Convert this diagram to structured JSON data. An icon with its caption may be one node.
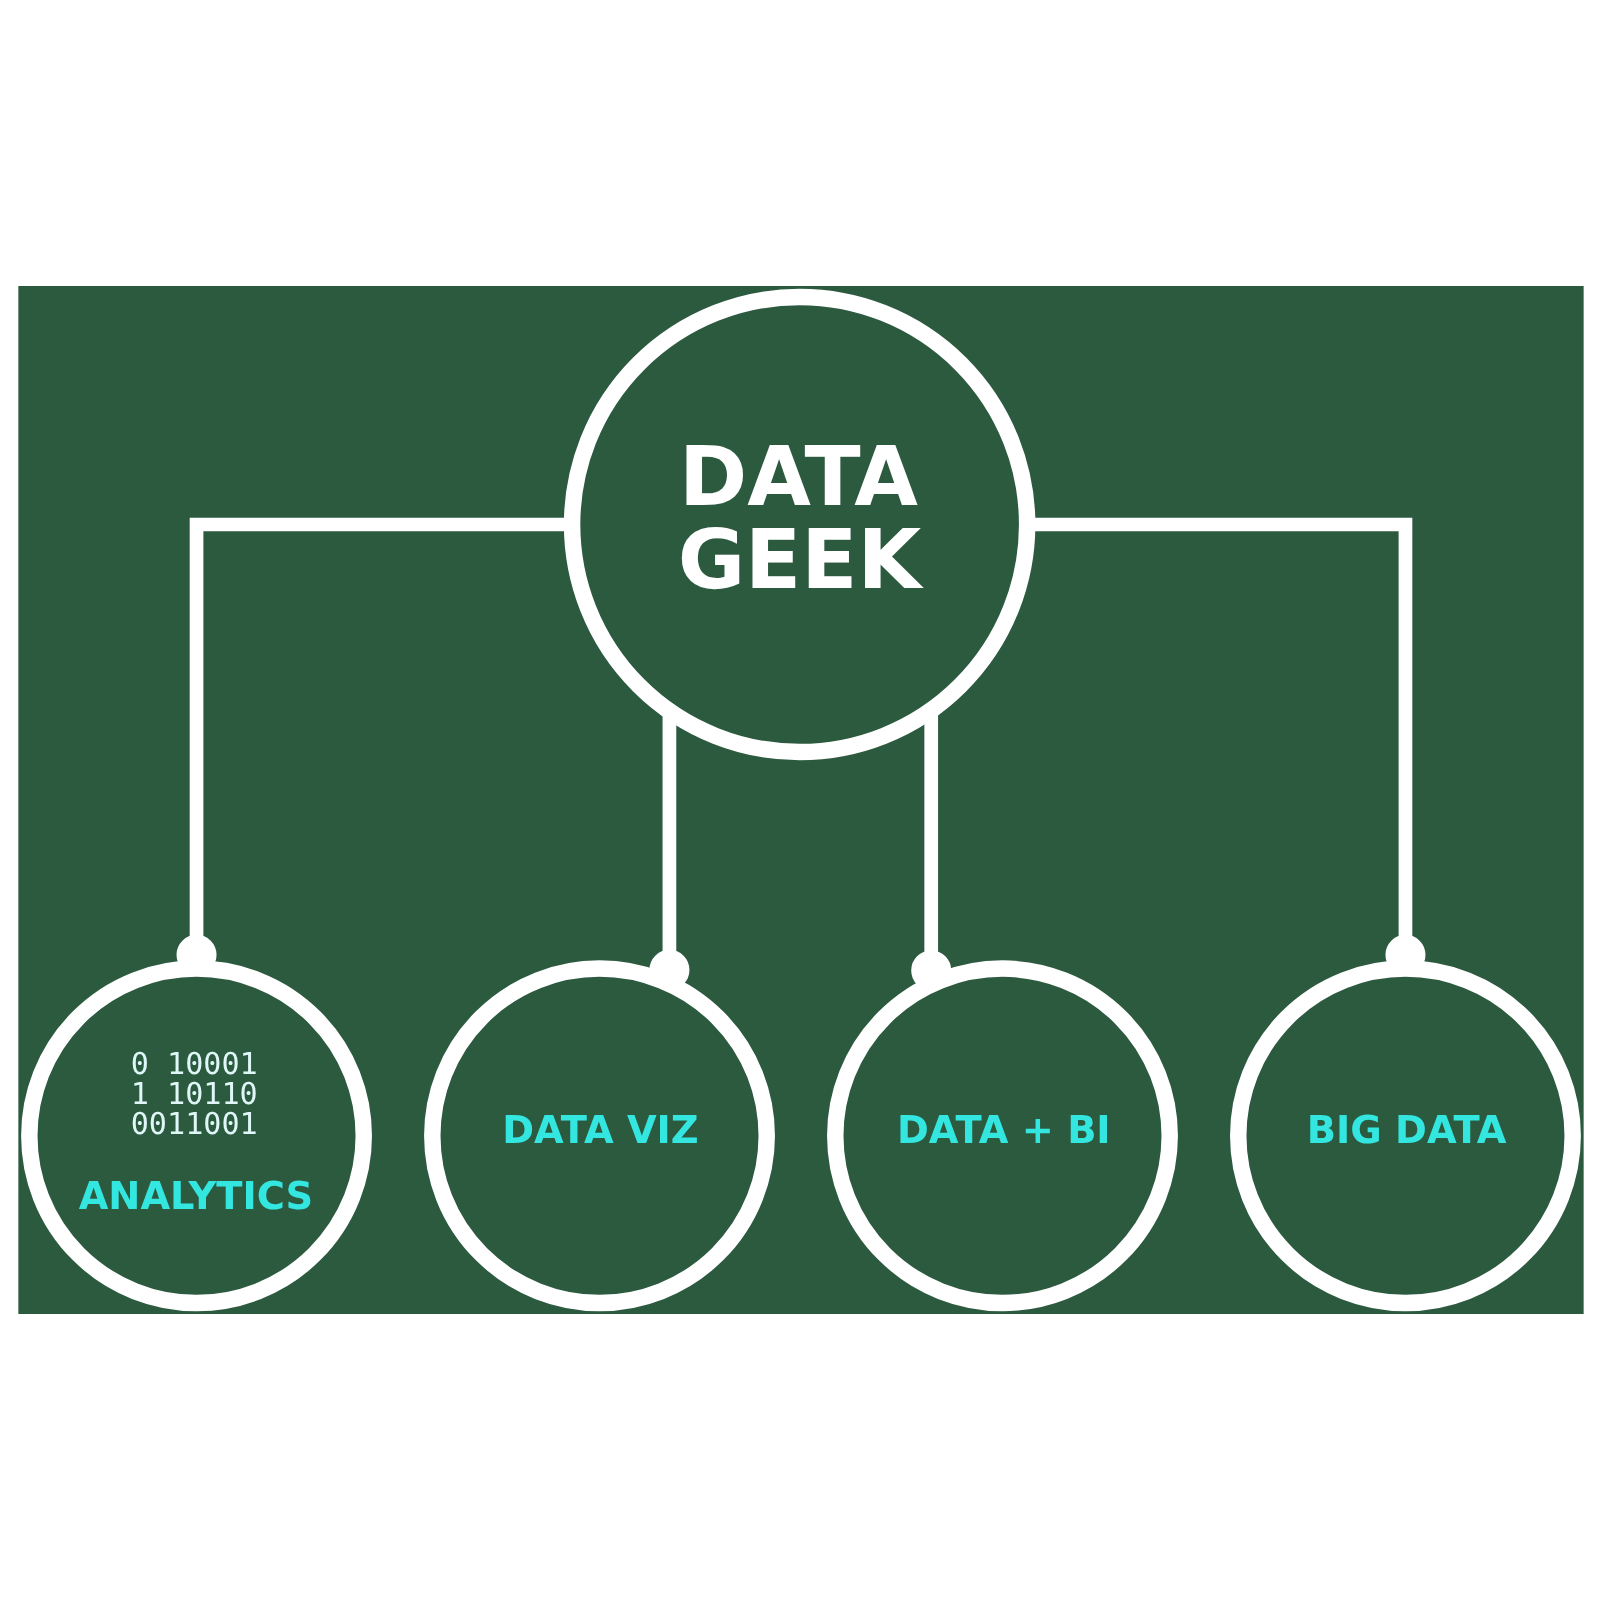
{
  "diagram": {
    "nodes": [
      {
        "text": [
          "DATA GEEK"
        ]
      },
      {
        "text": [
          "0 10001 1 10110 0011001",
          "ANALYTICS"
        ]
      },
      {
        "text": [
          "DATA VIZ"
        ]
      },
      {
        "text": [
          "DATA + BI"
        ]
      },
      {
        "text": [
          "BIG DATA"
        ]
      }
    ],
    "edges": [
      {
        "from": 0,
        "to": 1,
        "arrow": "other"
      },
      {
        "from": 0,
        "to": 2,
        "arrow": "other"
      },
      {
        "from": 0,
        "to": 3,
        "arrow": "other"
      },
      {
        "from": 0,
        "to": 4,
        "arrow": "other"
      }
    ]
  }
}
